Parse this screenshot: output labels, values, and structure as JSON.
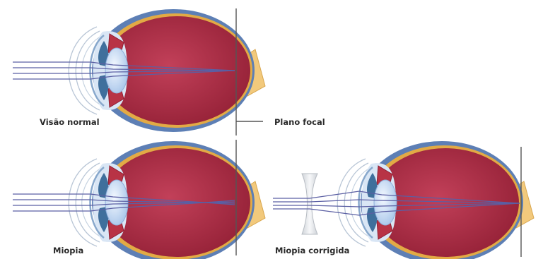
{
  "labels": {
    "normal": "Visão normal",
    "focal_plane": "Plano focal",
    "myopia": "Miopia",
    "corrected": "Miopia corrigida"
  },
  "eyes": [
    {
      "name": "eye-normal",
      "focus": "retina"
    },
    {
      "name": "eye-myopia",
      "focus": "before-retina"
    },
    {
      "name": "eye-corrected",
      "focus": "retina",
      "lens": "concave"
    }
  ],
  "colors": {
    "sclera": "#5d7fb5",
    "choroid": "#e2aa45",
    "vitreous": "#b4314a",
    "lens": "#c9dcf3",
    "iris": "#3f6f9c",
    "nerve": "#f2c97c",
    "ray": "#5b5fa3",
    "plane": "#555555"
  }
}
